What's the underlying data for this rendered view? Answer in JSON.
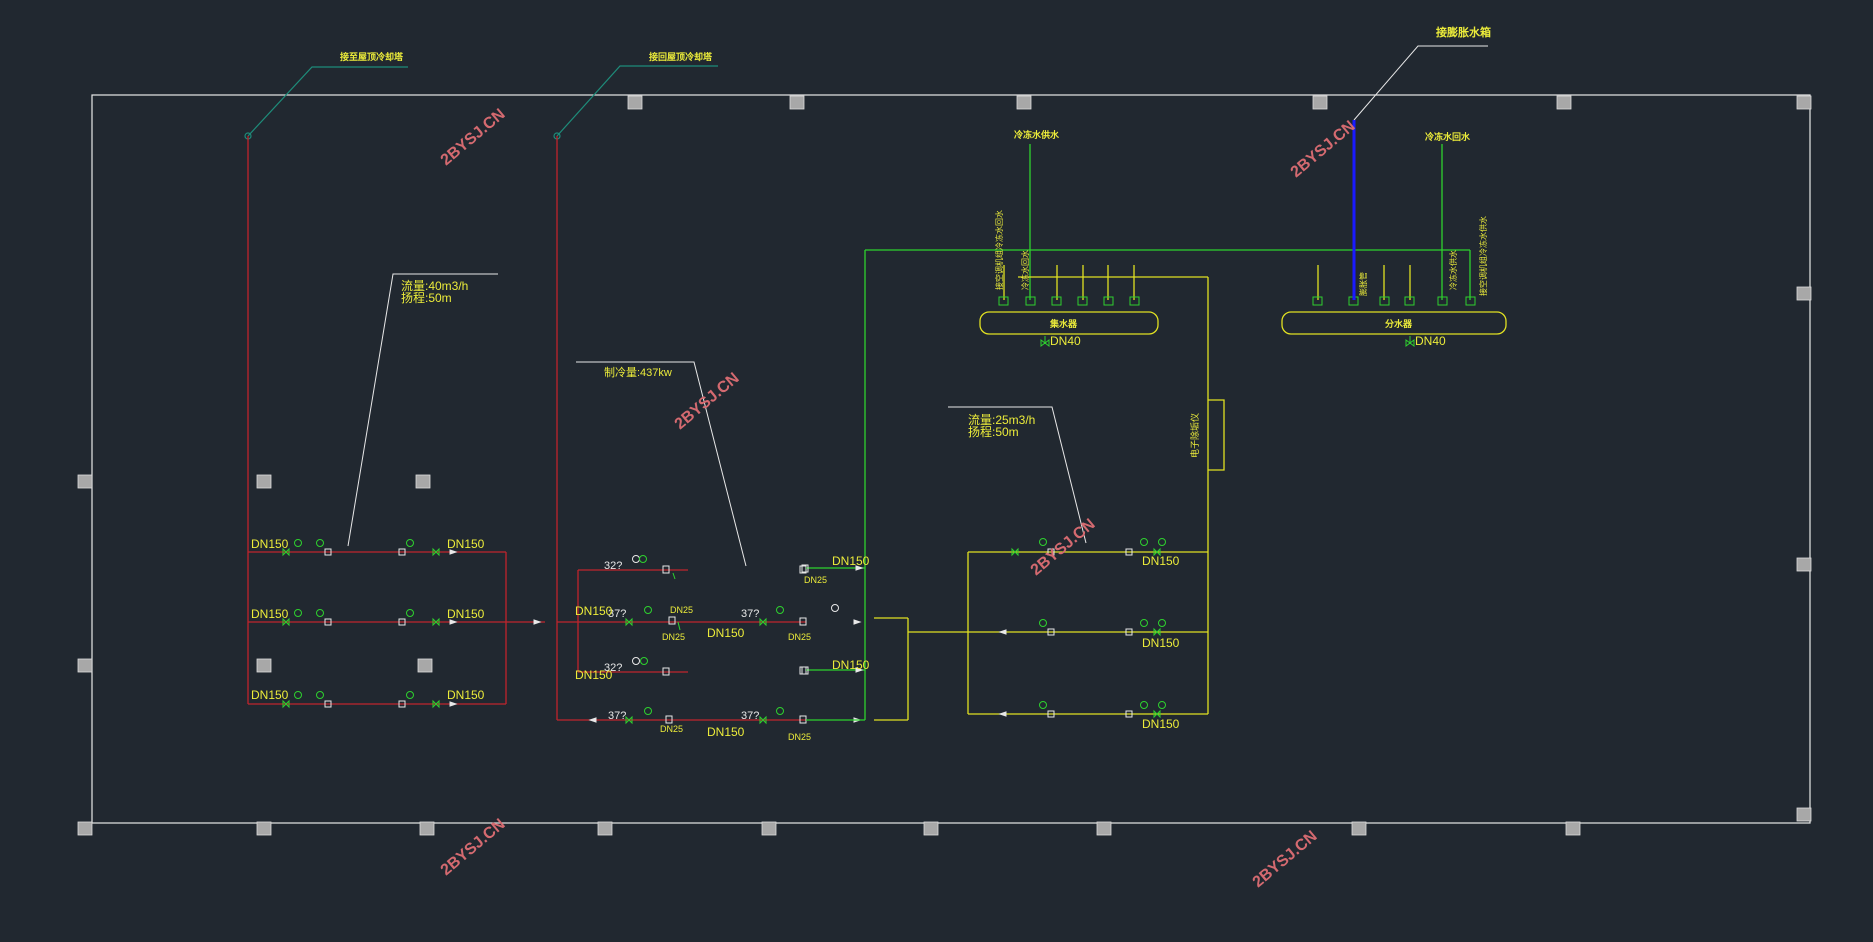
{
  "colors": {
    "background": "#212830",
    "frame": "#e8e8e8",
    "column": "#a8a8a8",
    "pipe_red": "#c0242c",
    "pipe_green": "#2ed12e",
    "pipe_yellow": "#e0e022",
    "pipe_blue": "#1a1aff",
    "leader_teal": "#1e8c7a",
    "text_yellow": "#ecec3a",
    "watermark": "#d46a70"
  },
  "labels": {
    "roof_tower_1": "接至屋顶冷却塔",
    "roof_tower_2": "接回屋顶冷却塔",
    "makeup_tank": "接膨胀水箱",
    "chiller_capacity": "制冷量:437kw",
    "pump1_flow": "流量:40m3/h",
    "pump1_head": "扬程:50m",
    "pump2_flow": "流量:25m3/h",
    "pump2_head": "扬程:50m",
    "dn150": "DN150",
    "dn25": "DN25",
    "dn40": "DN40",
    "temp_32": "32?",
    "temp_37": "37?",
    "supply_header": "集水器",
    "return_header": "分水器",
    "water_treatment": "电子除垢仪",
    "supply_to_ac_1": "冷冻水供水",
    "supply_to_ac_2": "冷冻水回水",
    "branch_a": "接空调机组冷冻水回水",
    "branch_b": "冷冻水回水",
    "branch_c": "冷冻水供水",
    "branch_d": "接空调机组冷冻水供水",
    "makeup_pipe": "膨胀管"
  },
  "watermarks": [
    "2BYSJ.CN",
    "2BYSJ.CN",
    "2BYSJ.CN",
    "2BYSJ.CN",
    "2BYSJ.CN",
    "2BYSJ.CN"
  ]
}
